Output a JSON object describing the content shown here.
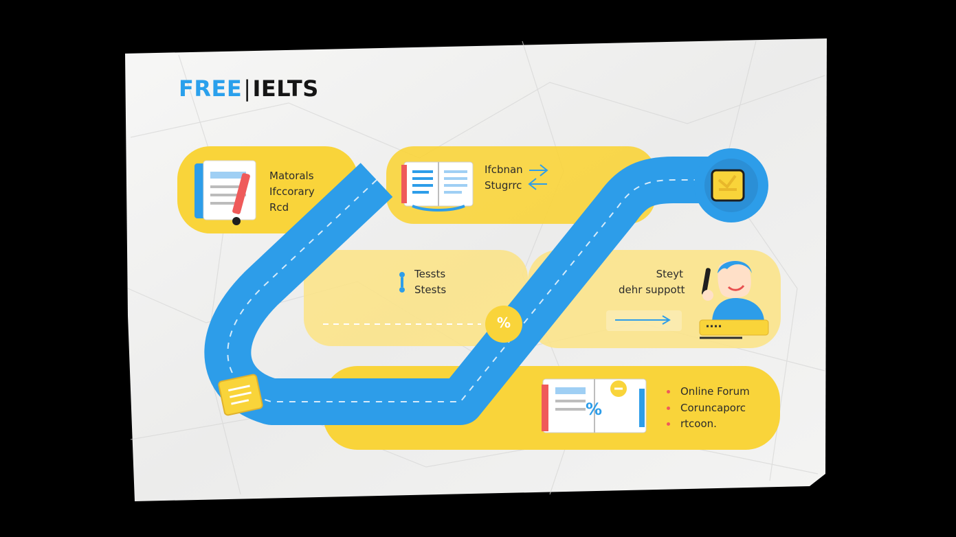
{
  "brand": {
    "free": "FREE",
    "separator": "|",
    "ielts": "IELTS"
  },
  "cards": {
    "materials": {
      "lines": [
        "Matorals",
        "Ifccorary",
        "Rcd"
      ]
    },
    "structure": {
      "lines": [
        "Ifcbnan",
        "Stugrrc"
      ]
    },
    "tests": {
      "lines": [
        "Tessts",
        "Stests"
      ]
    },
    "support": {
      "lines": [
        "Steyt",
        "dehr suppott"
      ]
    },
    "forum": {
      "items": [
        "Online Forum",
        "Coruncaporc",
        "rtcoon."
      ]
    }
  },
  "road": {
    "badge_symbol": "%"
  },
  "colors": {
    "yellow": "#f9d43a",
    "yellow_soft": "#fbe590",
    "blue": "#2d9de9",
    "paper": "#f3f3f2",
    "background": "#000000"
  }
}
